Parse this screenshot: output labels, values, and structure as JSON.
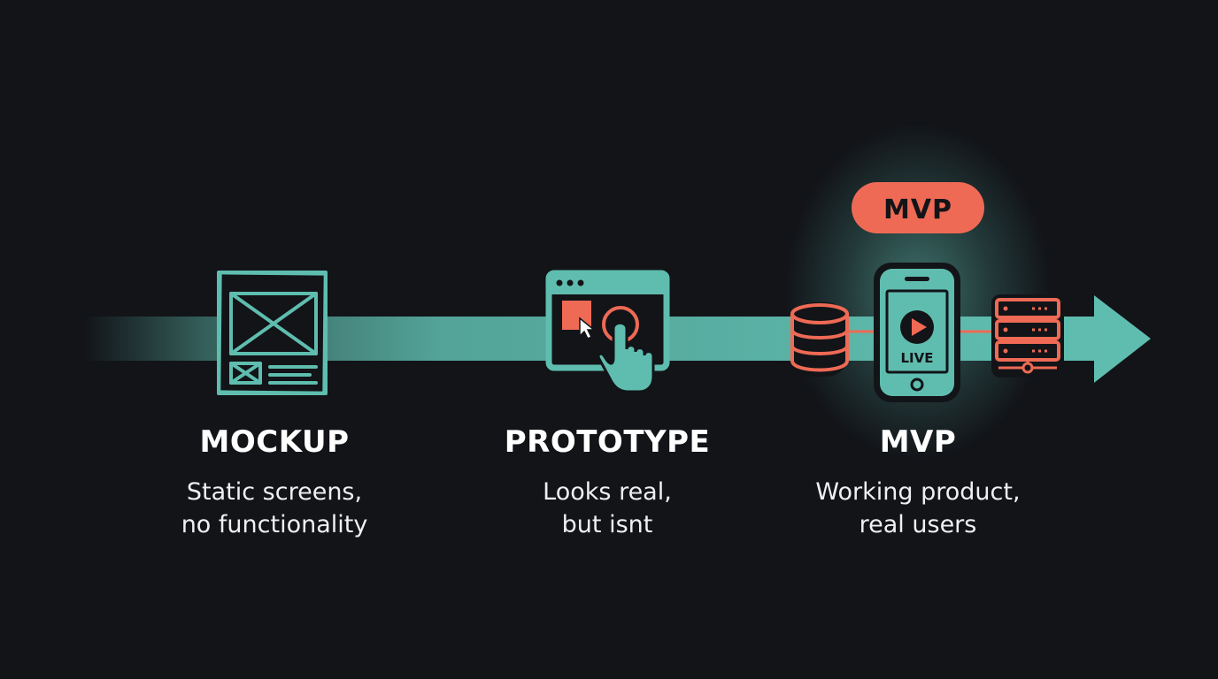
{
  "colors": {
    "background": "#121418",
    "teal": "#5fbdaf",
    "coral": "#ee6a55",
    "text": "#ffffff"
  },
  "badge": {
    "label": "MVP"
  },
  "phone": {
    "live_label": "LIVE"
  },
  "stages": [
    {
      "title": "MOCKUP",
      "icon": "wireframe-icon",
      "description": [
        "Static screens,",
        "no functionality"
      ]
    },
    {
      "title": "PROTOTYPE",
      "icon": "browser-click-icon",
      "description": [
        "Looks real,",
        "but isnt"
      ]
    },
    {
      "title": "MVP",
      "icon": "phone-live-icon",
      "description": [
        "Working product,",
        "real users"
      ]
    }
  ]
}
